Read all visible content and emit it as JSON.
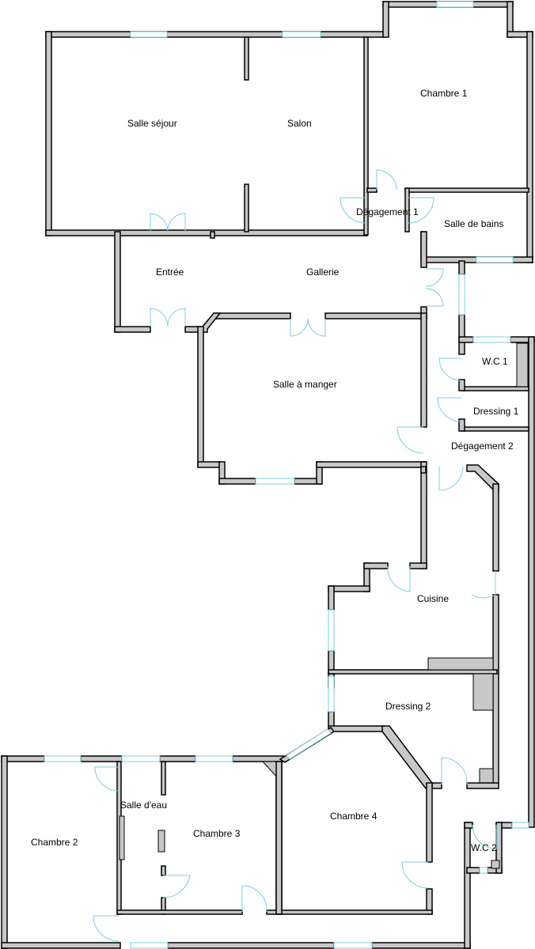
{
  "colors": {
    "wall_fill": "#c8c8c8",
    "wall_stroke": "#000000",
    "window": "#7fcbe0",
    "background": "#ffffff"
  },
  "rooms": {
    "salle_sejour": "Salle séjour",
    "salon": "Salon",
    "chambre_1": "Chambre 1",
    "degagement_1": "Dégagement 1",
    "salle_de_bains": "Salle de bains",
    "entree": "Entrée",
    "gallerie": "Gallerie",
    "salle_a_manger": "Salle à manger",
    "wc_1": "W.C 1",
    "dressing_1": "Dressing 1",
    "degagement_2": "Dégagement 2",
    "cuisine": "Cuisine",
    "dressing_2": "Dressing 2",
    "chambre_2": "Chambre 2",
    "salle_deau": "Salle d'eau",
    "chambre_3": "Chambre 3",
    "chambre_4": "Chambre 4",
    "wc_2": "W.C 2"
  }
}
